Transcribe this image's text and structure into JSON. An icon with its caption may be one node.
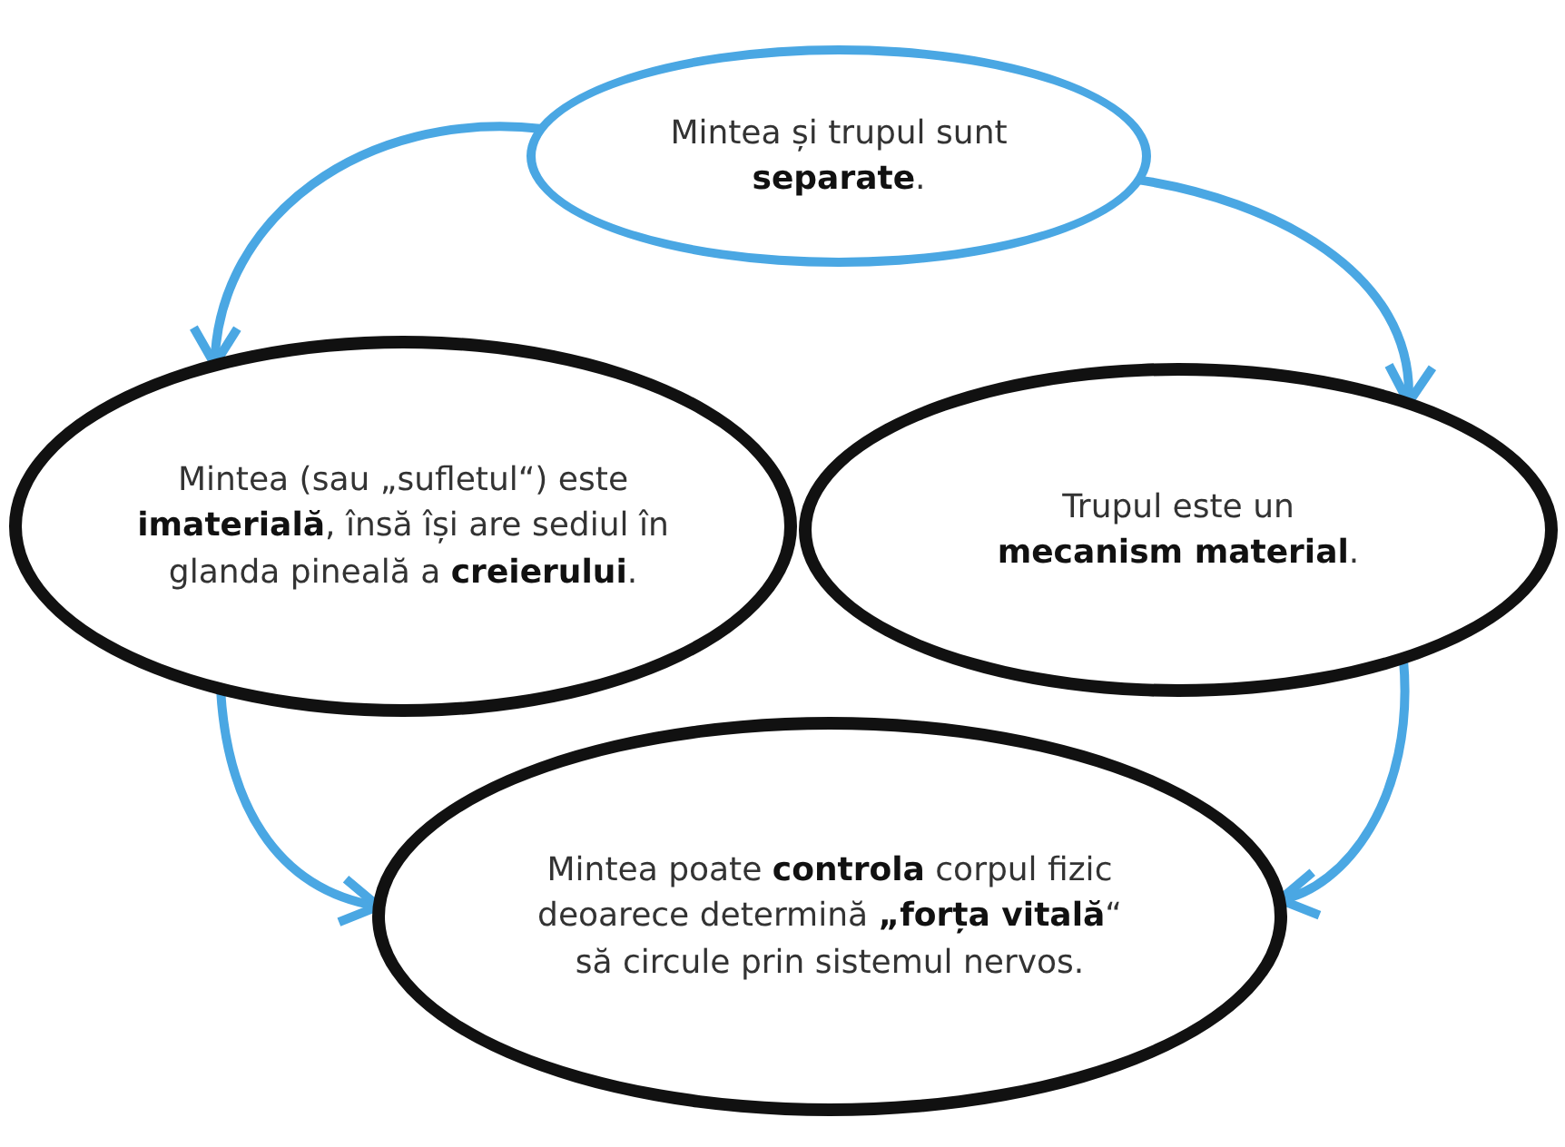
{
  "diagram": {
    "nodes": [
      {
        "text": [
          "Mintea și trupul sunt **separate**."
        ]
      },
      {
        "text": [
          "Mintea (sau „sufletul“) este **imaterială**, însă își are sediul în glanda pineală a **creierului**."
        ]
      },
      {
        "text": [
          "Trupul este un **mecanism material**."
        ]
      },
      {
        "text": [
          "Mintea poate **controla** corpul fizic deoarece determină **„forța vitală**“ să circule prin sistemul nervos."
        ]
      }
    ],
    "edges": [
      {
        "from": 0,
        "to": 1,
        "arrow": "to"
      },
      {
        "from": 0,
        "to": 2,
        "arrow": "to"
      },
      {
        "from": 1,
        "to": 3,
        "arrow": "to"
      },
      {
        "from": 2,
        "to": 3,
        "arrow": "to"
      }
    ]
  }
}
